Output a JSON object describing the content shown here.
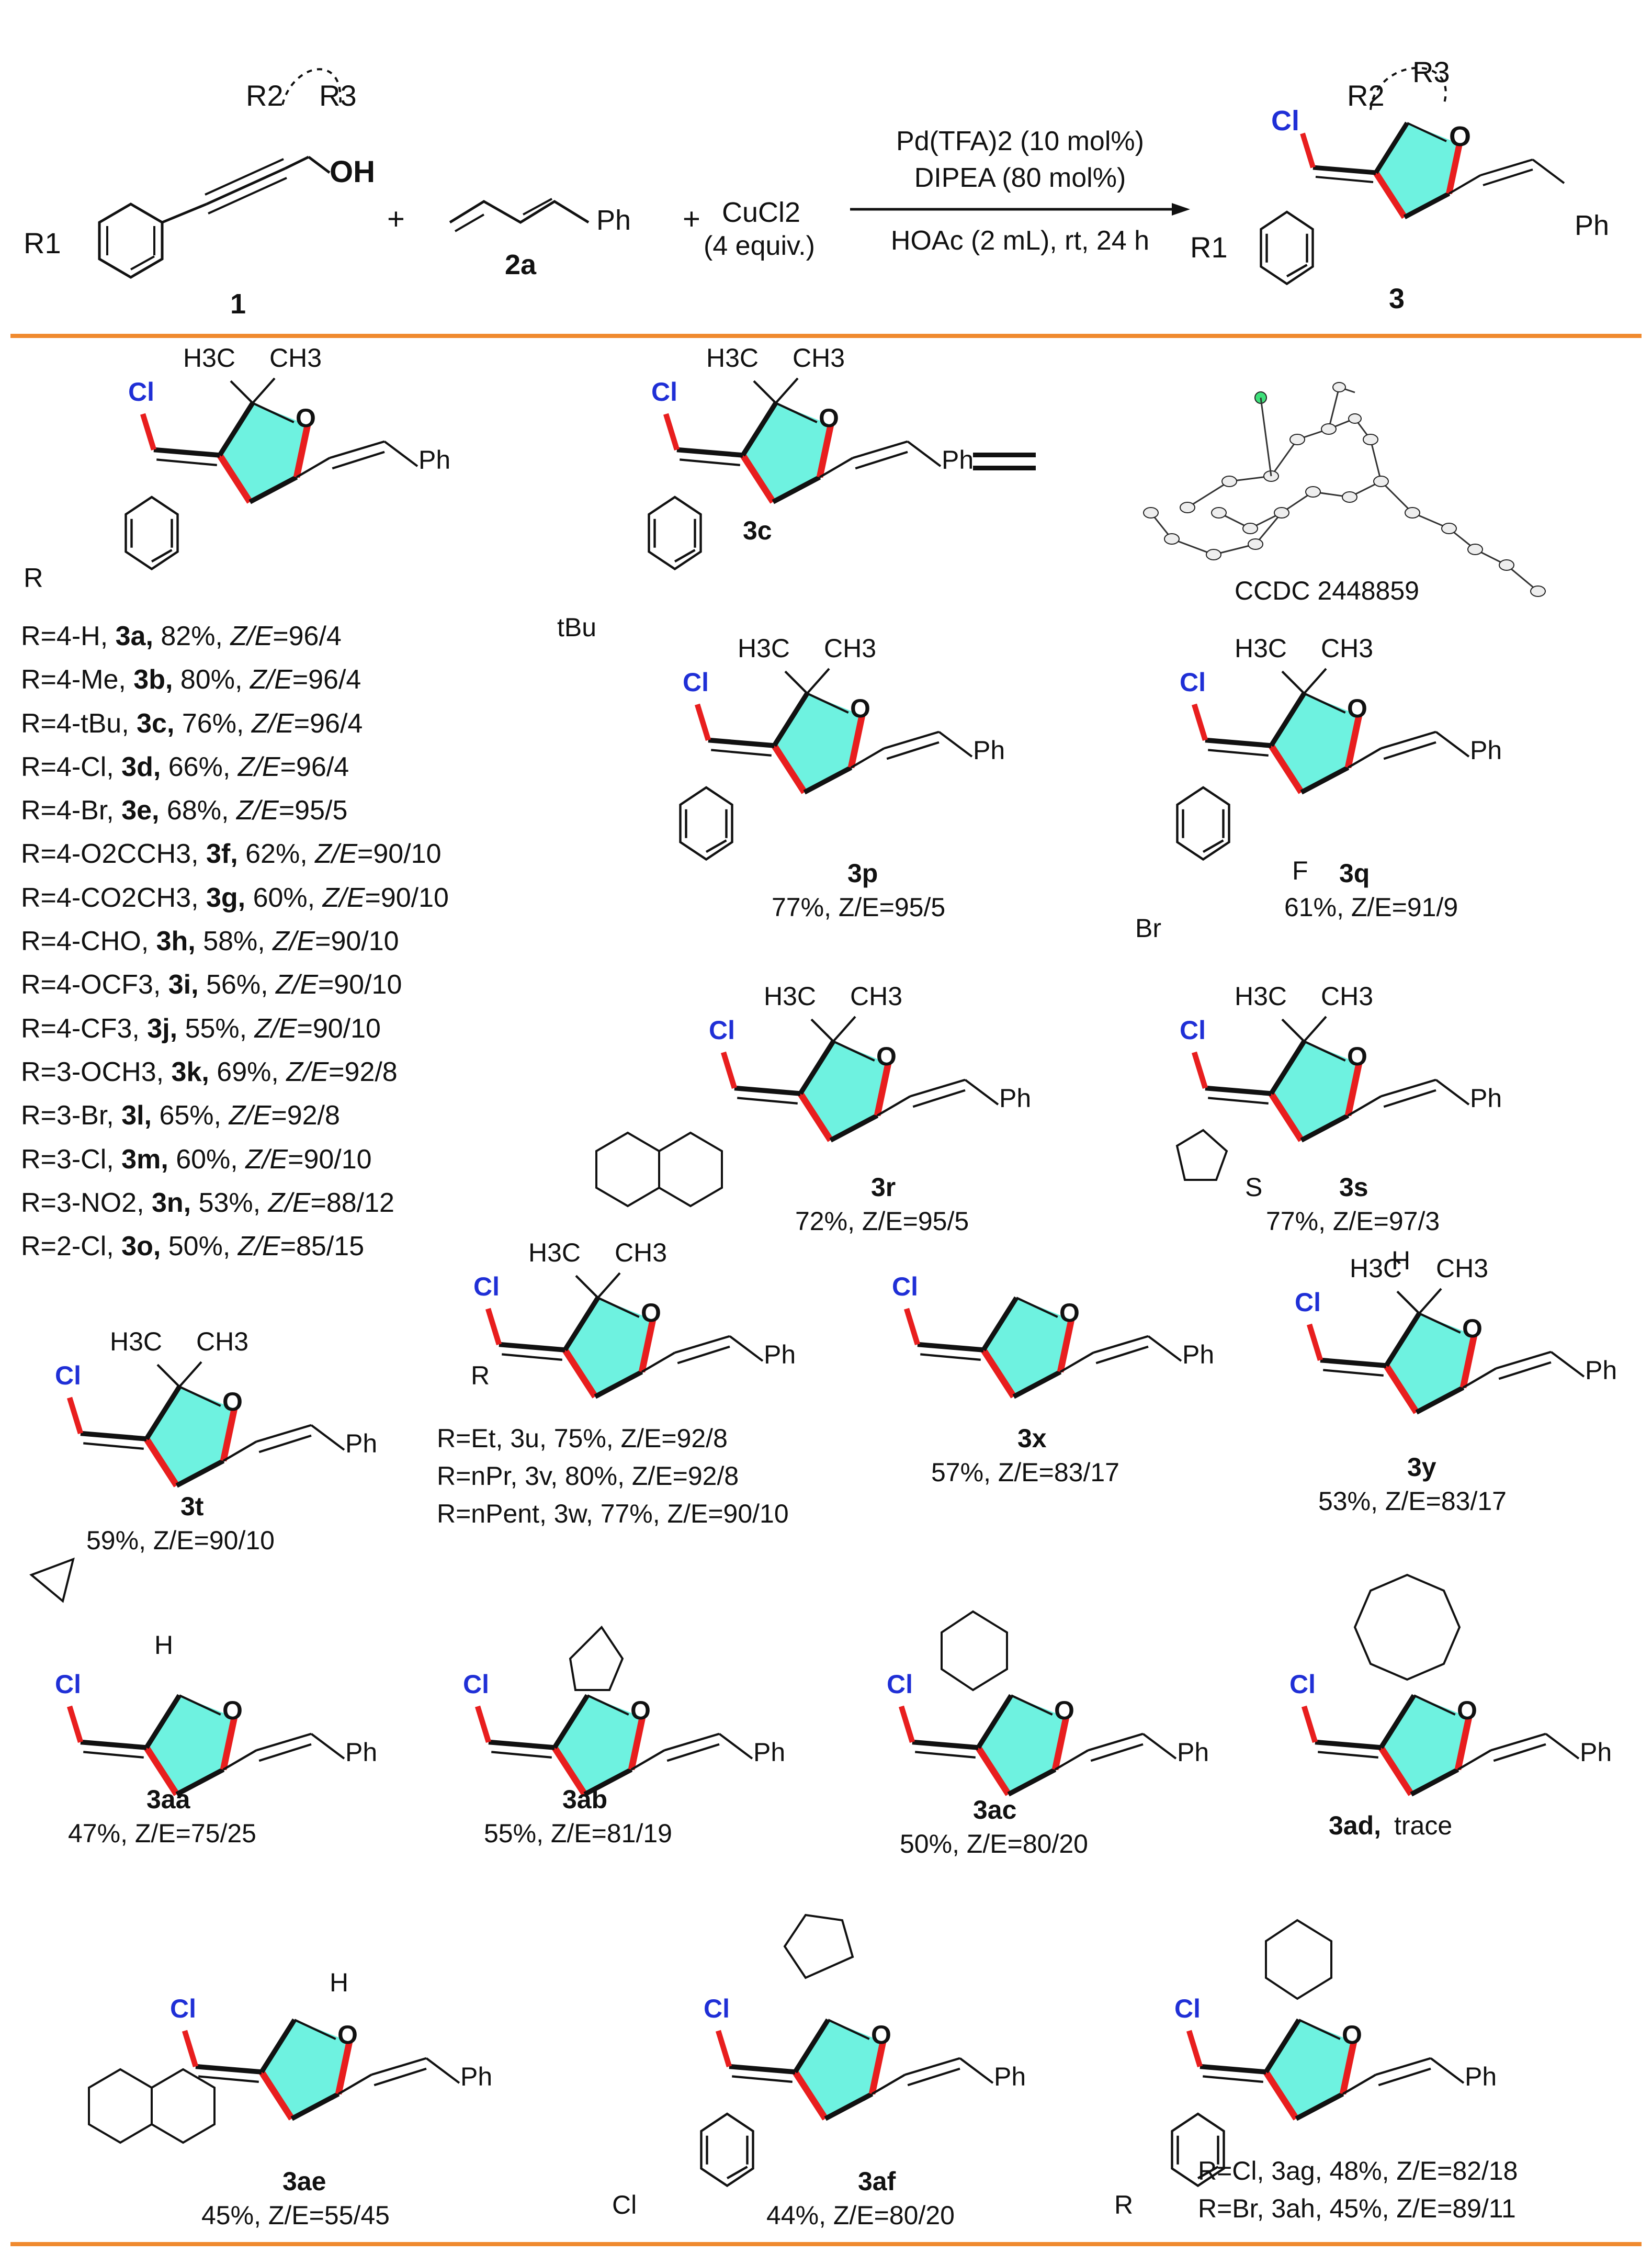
{
  "header": {
    "reactant_1_label": "1",
    "reactant_2_label": "2a",
    "reactant_2_sub": "Ph",
    "reagent": "CuCl2",
    "reagent_equiv": "(4 equiv.)",
    "conditions": [
      "Pd(TFA)2 (10 mol%)",
      "DIPEA (80 mol%)",
      "HOAc (2 mL), rt, 24 h"
    ],
    "product_label": "3",
    "plus": "+"
  },
  "common": {
    "Cl": "Cl",
    "O": "O",
    "Ph": "Ph",
    "OH": "OH",
    "H": "H",
    "F": "F",
    "Br": "Br",
    "S": "S",
    "H3C": "H3C",
    "CH3": "CH3",
    "R": "R",
    "R1": "R1",
    "R2": "R2",
    "R3": "R3"
  },
  "ortep": {
    "caption": "CCDC 2448859"
  },
  "substituent_list": [
    {
      "r": "R=4-H, ",
      "id": "3a,",
      "rest": " 82%, ",
      "ze": "Z/E",
      "val": "=96/4"
    },
    {
      "r": "R=4-Me, ",
      "id": "3b,",
      "rest": " 80%, ",
      "ze": "Z/E",
      "val": "=96/4"
    },
    {
      "r": "R=4-tBu, ",
      "id": "3c,",
      "rest": " 76%, ",
      "ze": "Z/E",
      "val": "=96/4"
    },
    {
      "r": "R=4-Cl, ",
      "id": "3d,",
      "rest": " 66%, ",
      "ze": "Z/E",
      "val": "=96/4"
    },
    {
      "r": "R=4-Br, ",
      "id": "3e,",
      "rest": " 68%, ",
      "ze": "Z/E",
      "val": "=95/5"
    },
    {
      "r": "R=4-O2CCH3, ",
      "id": "3f,",
      "rest": " 62%, ",
      "ze": "Z/E",
      "val": "=90/10"
    },
    {
      "r": "R=4-CO2CH3, ",
      "id": "3g,",
      "rest": " 60%, ",
      "ze": "Z/E",
      "val": "=90/10"
    },
    {
      "r": "R=4-CHO, ",
      "id": "3h,",
      "rest": " 58%, ",
      "ze": "Z/E",
      "val": "=90/10"
    },
    {
      "r": "R=4-OCF3, ",
      "id": "3i,",
      "rest": " 56%, ",
      "ze": "Z/E",
      "val": "=90/10"
    },
    {
      "r": "R=4-CF3, ",
      "id": "3j,",
      "rest": " 55%, ",
      "ze": "Z/E",
      "val": "=90/10"
    },
    {
      "r": "R=3-OCH3, ",
      "id": "3k,",
      "rest": " 69%, ",
      "ze": "Z/E",
      "val": "=92/8"
    },
    {
      "r": "R=3-Br, ",
      "id": "3l,",
      "rest": " 65%, ",
      "ze": "Z/E",
      "val": "=92/8"
    },
    {
      "r": "R=3-Cl, ",
      "id": "3m,",
      "rest": " 60%, ",
      "ze": "Z/E",
      "val": "=90/10"
    },
    {
      "r": "R=3-NO2, ",
      "id": "3n,",
      "rest": " 53%, ",
      "ze": "Z/E",
      "val": "=88/12"
    },
    {
      "r": "R=2-Cl, ",
      "id": "3o,",
      "rest": " 50%, ",
      "ze": "Z/E",
      "val": "=85/15"
    }
  ],
  "products": {
    "p3c": {
      "label": "3c",
      "sub": "tBu"
    },
    "p3p": {
      "label": "3p",
      "yield": "77%, Z/E=95/5"
    },
    "p3q": {
      "label": "3q",
      "yield": "61%, Z/E=91/9"
    },
    "p3r": {
      "label": "3r",
      "yield": "72%, Z/E=95/5"
    },
    "p3s": {
      "label": "3s",
      "yield": "77%, Z/E=97/3"
    },
    "p3t": {
      "label": "3t",
      "yield": "59%, Z/E=90/10"
    },
    "p3uvw": {
      "lines": [
        "R=Et, 3u, 75%, Z/E=92/8",
        "R=nPr, 3v, 80%, Z/E=92/8",
        "R=nPent, 3w, 77%, Z/E=90/10"
      ]
    },
    "p3x": {
      "label": "3x",
      "yield": "57%, Z/E=83/17"
    },
    "p3y": {
      "label": "3y",
      "yield": "53%, Z/E=83/17"
    },
    "p3aa": {
      "label": "3aa",
      "yield": "47%, Z/E=75/25"
    },
    "p3ab": {
      "label": "3ab",
      "yield": "55%, Z/E=81/19"
    },
    "p3ac": {
      "label": "3ac",
      "yield": "50%, Z/E=80/20"
    },
    "p3ad": {
      "label": "3ad,",
      "yield": "trace"
    },
    "p3ae": {
      "label": "3ae",
      "yield": "45%, Z/E=55/45"
    },
    "p3af": {
      "label": "3af",
      "yield": "44%, Z/E=80/20"
    },
    "p3agah": {
      "lines": [
        "R=Cl, 3ag, 48%, Z/E=82/18",
        "R=Br, 3ah, 45%, Z/E=89/11"
      ]
    }
  },
  "colors": {
    "ring_fill": "#6ef2e0",
    "bond_red": "#e81e1e",
    "cl_blue": "#1f2fd6",
    "rule": "#f08a2e"
  }
}
